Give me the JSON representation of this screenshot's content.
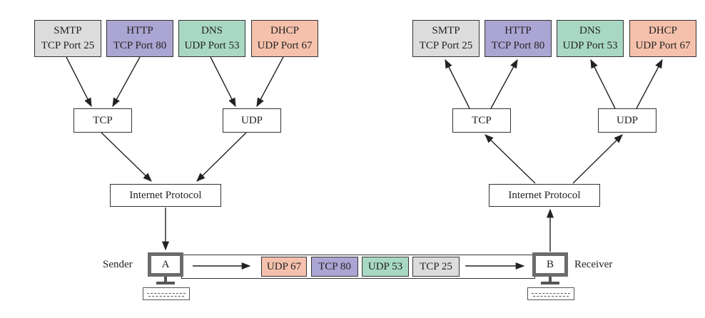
{
  "colors": {
    "smtp": "#dcdcdc",
    "http": "#aba5d3",
    "dns": "#a8d8c4",
    "dhcp": "#f6c1ac",
    "line": "#222222",
    "monitor": "#6b6b6b"
  },
  "sender": {
    "protocols": [
      {
        "name": "SMTP",
        "port": "TCP Port 25"
      },
      {
        "name": "HTTP",
        "port": "TCP Port 80"
      },
      {
        "name": "DNS",
        "port": "UDP Port 53"
      },
      {
        "name": "DHCP",
        "port": "UDP Port 67"
      }
    ],
    "tcp": "TCP",
    "udp": "UDP",
    "ip": "Internet Protocol"
  },
  "receiver": {
    "protocols": [
      {
        "name": "SMTP",
        "port": "TCP Port 25"
      },
      {
        "name": "HTTP",
        "port": "TCP Port 80"
      },
      {
        "name": "DNS",
        "port": "UDP Port 53"
      },
      {
        "name": "DHCP",
        "port": "UDP Port 67"
      }
    ],
    "tcp": "TCP",
    "udp": "UDP",
    "ip": "Internet Protocol"
  },
  "hosts": {
    "sender_letter": "A",
    "sender_label": "Sender",
    "receiver_letter": "B",
    "receiver_label": "Receiver"
  },
  "packets": [
    "UDP 67",
    "TCP 80",
    "UDP 53",
    "TCP 25"
  ]
}
